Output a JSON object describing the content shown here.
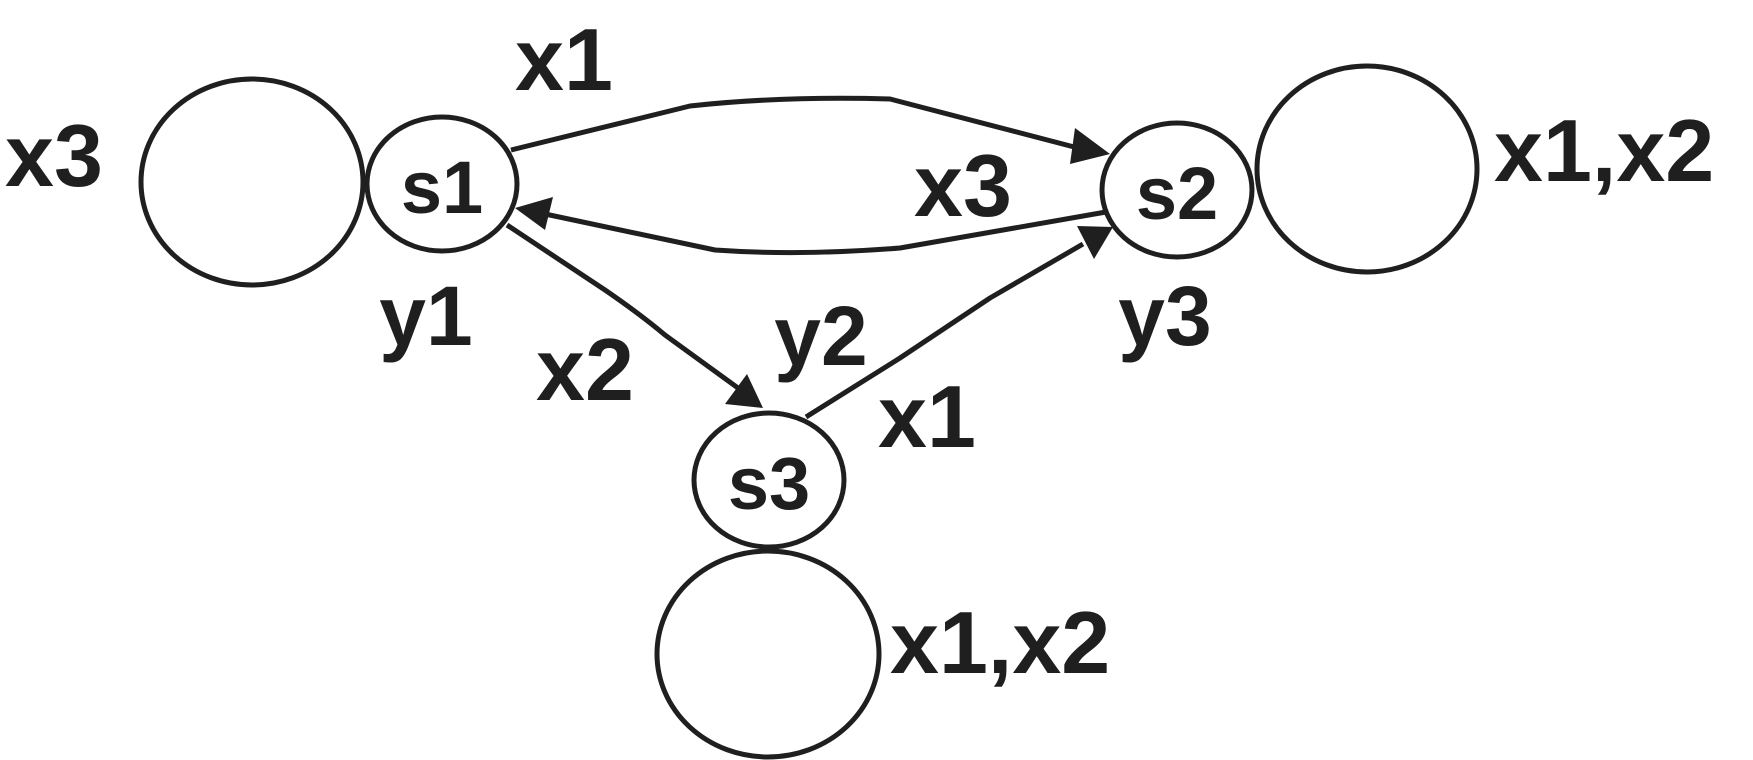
{
  "diagram": {
    "states": [
      {
        "id": "s1",
        "label": "s1",
        "output": "y1"
      },
      {
        "id": "s2",
        "label": "s2",
        "output": "y3"
      },
      {
        "id": "s3",
        "label": "s3",
        "output": "y2"
      }
    ],
    "transitions": [
      {
        "from": "s1",
        "to": "s2",
        "label": "x1"
      },
      {
        "from": "s2",
        "to": "s1",
        "label": "x3"
      },
      {
        "from": "s1",
        "to": "s3",
        "label": "x2"
      },
      {
        "from": "s3",
        "to": "s2",
        "label": "x1"
      },
      {
        "from": "s1",
        "to": "s1",
        "label": "x3"
      },
      {
        "from": "s2",
        "to": "s2",
        "label": "x1,x2"
      },
      {
        "from": "s3",
        "to": "s3",
        "label": "x1,x2"
      }
    ],
    "colors": {
      "stroke": "#1f1f1f",
      "background": "#ffffff"
    }
  }
}
